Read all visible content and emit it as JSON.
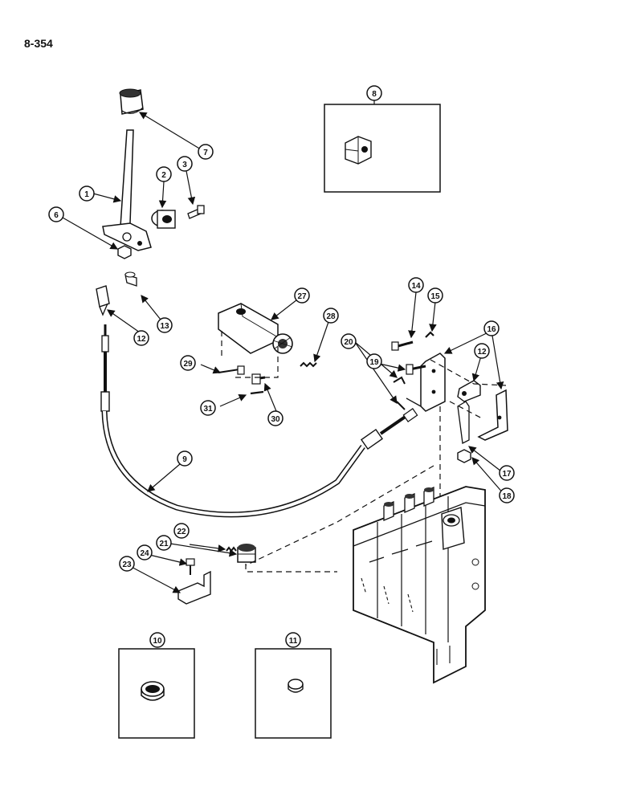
{
  "page_number": "8-354",
  "callouts": [
    {
      "id": "c1",
      "label": "1"
    },
    {
      "id": "c2",
      "label": "2"
    },
    {
      "id": "c3",
      "label": "3"
    },
    {
      "id": "c6",
      "label": "6"
    },
    {
      "id": "c7",
      "label": "7"
    },
    {
      "id": "c8",
      "label": "8"
    },
    {
      "id": "c9",
      "label": "9"
    },
    {
      "id": "c10",
      "label": "10"
    },
    {
      "id": "c11",
      "label": "11"
    },
    {
      "id": "c12a",
      "label": "12"
    },
    {
      "id": "c12b",
      "label": "12"
    },
    {
      "id": "c13",
      "label": "13"
    },
    {
      "id": "c14",
      "label": "14"
    },
    {
      "id": "c15",
      "label": "15"
    },
    {
      "id": "c16",
      "label": "16"
    },
    {
      "id": "c17",
      "label": "17"
    },
    {
      "id": "c18",
      "label": "18"
    },
    {
      "id": "c19",
      "label": "19"
    },
    {
      "id": "c20",
      "label": "20"
    },
    {
      "id": "c21",
      "label": "21"
    },
    {
      "id": "c22",
      "label": "22"
    },
    {
      "id": "c23",
      "label": "23"
    },
    {
      "id": "c24",
      "label": "24"
    },
    {
      "id": "c27",
      "label": "27"
    },
    {
      "id": "c28",
      "label": "28"
    },
    {
      "id": "c29",
      "label": "29"
    },
    {
      "id": "c30",
      "label": "30"
    },
    {
      "id": "c31",
      "label": "31"
    }
  ]
}
